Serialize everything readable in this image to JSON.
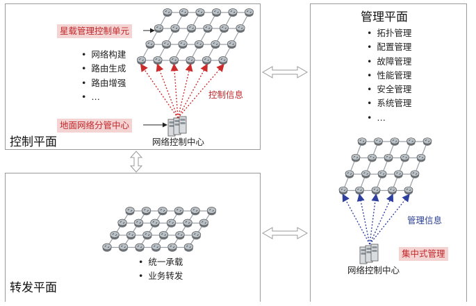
{
  "control_plane": {
    "title": "控制平面",
    "satellite_unit_label": "星载管理控制单元",
    "ground_center_label": "地面网络分管中心",
    "control_info_label": "控制信息",
    "center_caption": "网络控制中心",
    "functions": [
      "网络构建",
      "路由生成",
      "路由增强",
      "…"
    ]
  },
  "forwarding_plane": {
    "title": "转发平面",
    "functions": [
      "统一承载",
      "业务转发"
    ]
  },
  "management_plane": {
    "title": "管理平面",
    "functions": [
      "拓扑管理",
      "配置管理",
      "故障管理",
      "性能管理",
      "安全管理",
      "系统管理",
      "…"
    ],
    "management_info_label": "管理信息",
    "centralized_label": "集中式管理",
    "center_caption": "网络控制中心"
  },
  "colors": {
    "control_arrow": "#cc2b2b",
    "management_arrow": "#2f3f9e",
    "tag_background": "#f4d3d3",
    "panel_border": "#9a9a9a"
  },
  "icons": {
    "router": "router-icon",
    "server": "server-rack-icon",
    "double_arrow": "double-arrow-icon"
  }
}
